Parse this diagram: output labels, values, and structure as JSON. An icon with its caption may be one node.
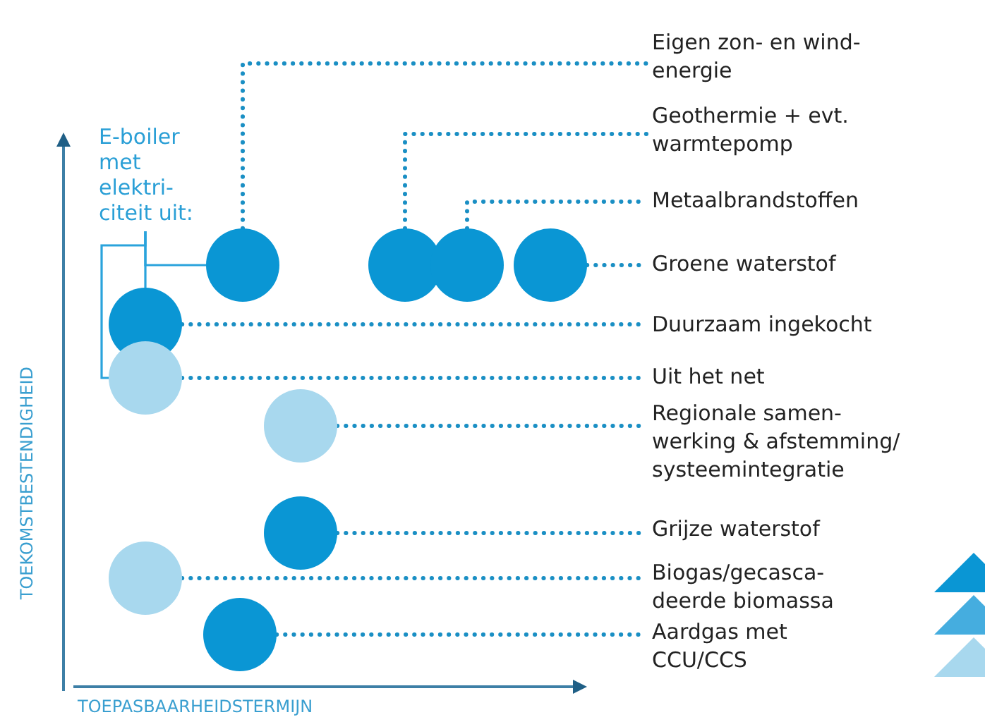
{
  "diagram": {
    "nodes": [
      {
        "text": [
          "Eigen zon- en wind- energie"
        ]
      },
      {
        "text": [
          "Geothermie + evt. warmtepomp"
        ]
      },
      {
        "text": [
          "Metaalbrandstoffen"
        ]
      },
      {
        "text": [
          "Groene waterstof"
        ]
      },
      {
        "text": [
          "Duurzaam ingekocht"
        ]
      },
      {
        "text": [
          "Uit het net"
        ]
      },
      {
        "text": [
          "Regionale samen- werking & afstemming/ systeemintegratie"
        ]
      },
      {
        "text": [
          "Grijze waterstof"
        ]
      },
      {
        "text": [
          "Biogas/gecasca- deerde biomassa"
        ]
      },
      {
        "text": [
          "Aardgas met CCU/CCS"
        ]
      },
      {
        "text": [
          "E-boiler met elektri- citeit uit:"
        ]
      },
      {
        "text": [],
        "shape": "circle"
      },
      {
        "text": [],
        "shape": "circle"
      },
      {
        "text": [],
        "shape": "circle"
      },
      {
        "text": [],
        "shape": "circle"
      },
      {
        "text": [],
        "shape": "circle"
      },
      {
        "text": [],
        "shape": "circle"
      },
      {
        "text": [],
        "shape": "circle"
      },
      {
        "text": [],
        "shape": "circle"
      },
      {
        "text": [],
        "shape": "circle"
      },
      {
        "text": [],
        "shape": "circle"
      }
    ],
    "edges": [
      {
        "from": 11,
        "to": 0,
        "arrow": "none",
        "style": "dashed"
      },
      {
        "from": 12,
        "to": 1,
        "arrow": "none",
        "style": "dashed"
      },
      {
        "from": 13,
        "to": 2,
        "arrow": "none",
        "style": "dashed"
      },
      {
        "from": 14,
        "to": 3,
        "arrow": "none",
        "style": "dashed"
      },
      {
        "from": 15,
        "to": 4,
        "arrow": "none",
        "style": "dashed"
      },
      {
        "from": 16,
        "to": 5,
        "arrow": "none",
        "style": "dashed"
      },
      {
        "from": 17,
        "to": 6,
        "arrow": "none",
        "style": "dashed"
      },
      {
        "from": 18,
        "to": 7,
        "arrow": "none",
        "style": "dashed"
      },
      {
        "from": 19,
        "to": 8,
        "arrow": "none",
        "style": "dashed"
      },
      {
        "from": 20,
        "to": 9,
        "arrow": "none",
        "style": "dashed"
      },
      {
        "from": 10,
        "to": 11,
        "arrow": "none"
      },
      {
        "from": 10,
        "to": 15,
        "arrow": "none"
      },
      {
        "from": 10,
        "to": 16,
        "arrow": "none"
      }
    ],
    "labels": [
      "TOEKOMSTBESTENDIGHEID",
      "TOEPASBAARHEIDSTERMIJN"
    ]
  }
}
